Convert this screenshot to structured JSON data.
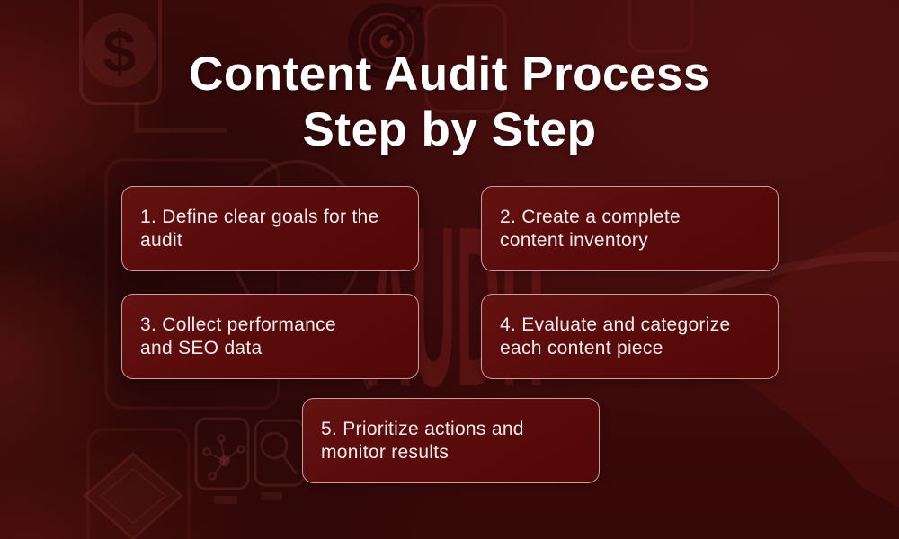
{
  "title": {
    "line1": "Content Audit Process",
    "line2": "Step by Step"
  },
  "watermark": "AUDIT",
  "steps": [
    {
      "id": 1,
      "lines": [
        "1. Define clear goals for the",
        "audit"
      ]
    },
    {
      "id": 2,
      "lines": [
        "2. Create a complete",
        "content inventory"
      ]
    },
    {
      "id": 3,
      "lines": [
        "3. Collect performance",
        "and SEO data"
      ]
    },
    {
      "id": 4,
      "lines": [
        "4. Evaluate and categorize",
        "each content piece"
      ]
    },
    {
      "id": 5,
      "lines": [
        "5. Prioritize actions and",
        "monitor results"
      ]
    }
  ],
  "colors": {
    "background": "#3c0a0a",
    "card_background": "#5a0b0b",
    "card_border": "#f3d8d8",
    "title_text": "#ffffff",
    "card_text": "#f4ecec",
    "watermark_text": "#9e2826"
  },
  "background_icons": [
    "dollar-sign-icon",
    "target-arrow-icon",
    "phone-outline-icon",
    "tablet-grid-icon",
    "magnifier-outline-icon",
    "cube-icon",
    "network-icon",
    "magnifier-small-icon",
    "hand-silhouette"
  ]
}
